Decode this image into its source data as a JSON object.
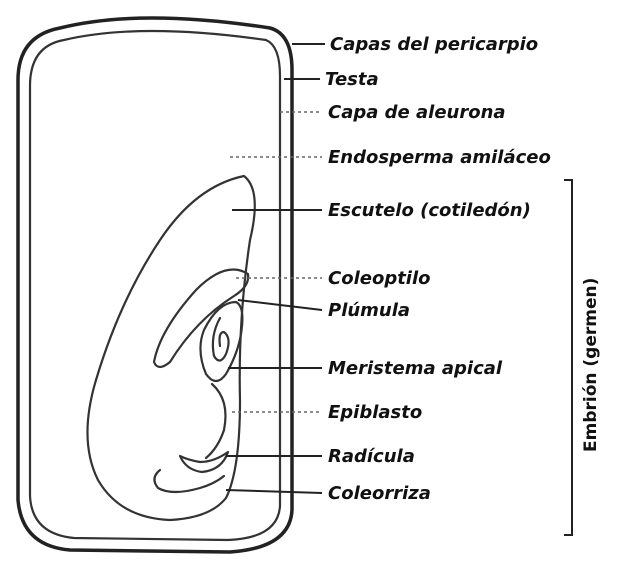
{
  "labels": {
    "capas_pericarpio": "Capas del pericarpio",
    "testa": "Testa",
    "capa_aleurona": "Capa de aleurona",
    "endosperma": "Endosperma amiláceo",
    "escutelo": "Escutelo (cotiledón)",
    "coleoptilo": "Coleoptilo",
    "plumula": "Plúmula",
    "meristema": "Meristema apical",
    "epiblasto": "Epiblasto",
    "radicula": "Radícula",
    "coleorriza": "Coleorriza"
  },
  "bracket_label": "Embrión (germen)"
}
